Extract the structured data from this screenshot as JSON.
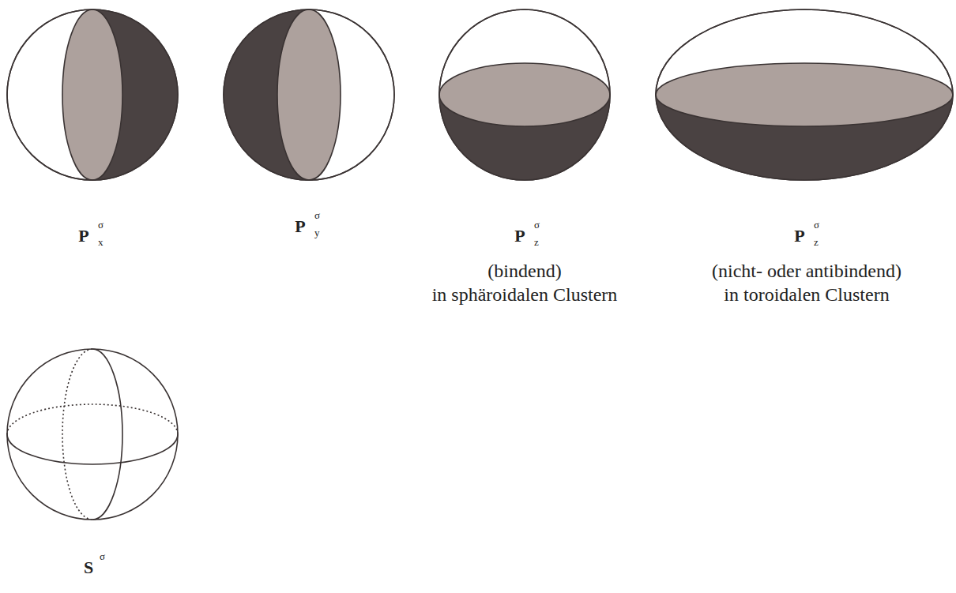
{
  "diagram": {
    "labels": [
      "P",
      "x",
      "σ",
      "P",
      "y",
      "σ",
      "P",
      "z",
      "σ",
      "(bindend)",
      "in sphäroidalen Clustern",
      "P",
      "z",
      "σ",
      "(nicht- oder antibindend)",
      "in toroidalen Clustern",
      "S",
      "σ"
    ]
  }
}
